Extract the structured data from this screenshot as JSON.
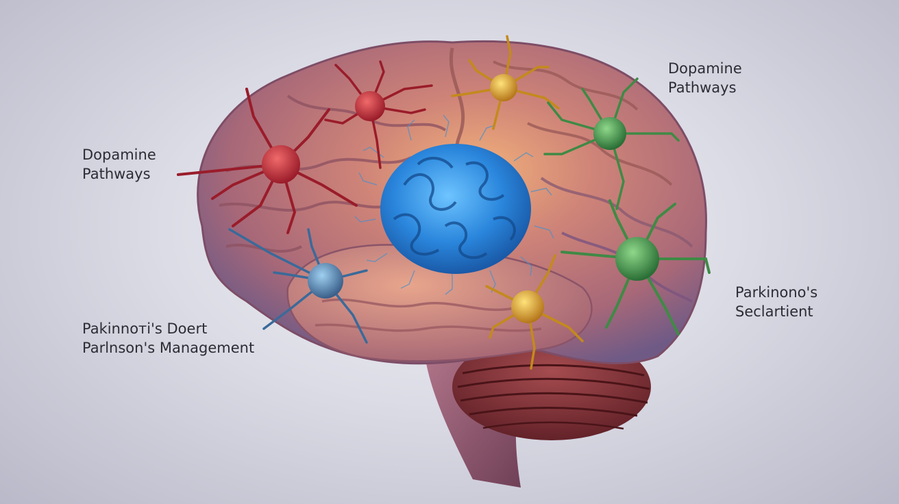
{
  "labels": {
    "top_left": [
      "Dopamine",
      "Pathways"
    ],
    "top_right": [
      "Dopamine",
      "Pathways"
    ],
    "bottom_left": [
      "Pakinnoтi's Doert",
      "Parlnson's Management"
    ],
    "bottom_right": [
      "Parkinono's",
      "Seclartient"
    ]
  },
  "colors": {
    "background": "#dcdce6",
    "cerebrum": "#b86f7a",
    "cerebellum": "#7a2b30",
    "brainstem": "#9a5a6c",
    "central_protein": "#2f8ee0",
    "neuron_red": "#c8323c",
    "neuron_yellow": "#e0a92c",
    "neuron_green": "#3f9a4a",
    "neuron_blue": "#4f86b8"
  },
  "elements": {
    "cerebrum": "brain-cerebrum",
    "cerebellum": "brain-cerebellum",
    "brainstem": "brain-stem",
    "protein": "alpha-synuclein-protein-cluster",
    "neurons": [
      "neuron-red-1",
      "neuron-red-2",
      "neuron-yellow-1",
      "neuron-green-1",
      "neuron-green-2",
      "neuron-yellow-2",
      "neuron-blue-1"
    ]
  }
}
